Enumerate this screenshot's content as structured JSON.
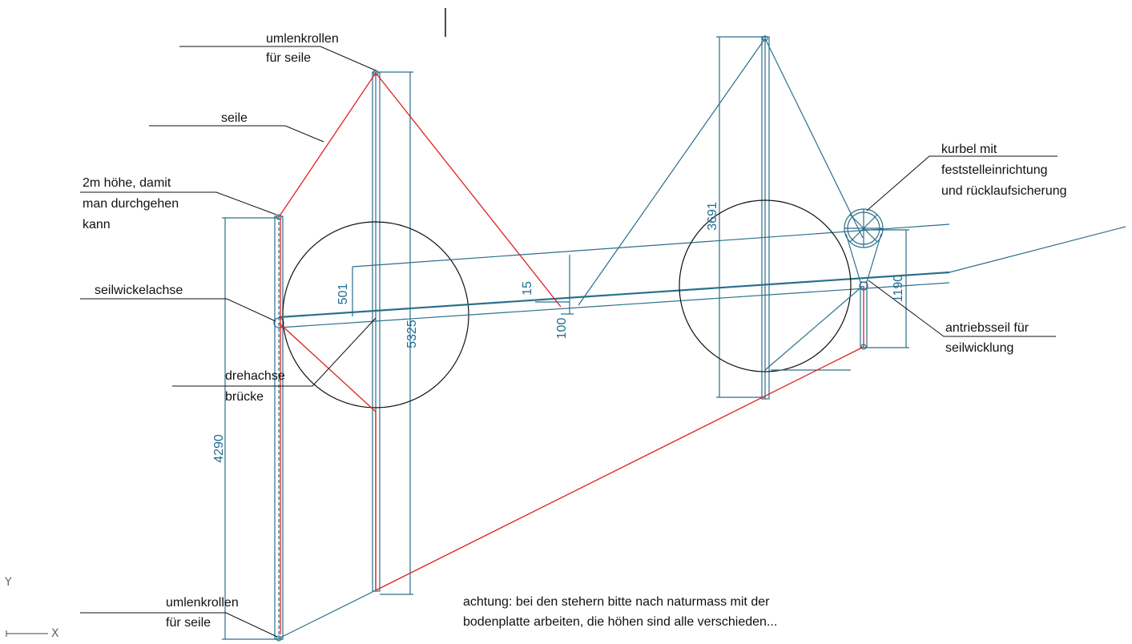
{
  "colors": {
    "construction": "#2a6f8a",
    "rope": "#e02020",
    "leader": "#111111",
    "dimension_text": "#1f6e92",
    "background": "#ffffff"
  },
  "labels": {
    "umlenkrollen_top": [
      "umlenkrollen",
      "für seile"
    ],
    "seile": "seile",
    "hoehe": [
      "2m höhe, damit",
      "man durchgehen",
      "kann"
    ],
    "seilwickelachse": "seilwickelachse",
    "drehachse": [
      "drehachse",
      "brücke"
    ],
    "umlenkrollen_bottom": [
      "umlenkrollen",
      "für seile"
    ],
    "kurbel": [
      "kurbel mit",
      "feststelleinrichtung",
      "und rücklaufsicherung"
    ],
    "antriebsseil": [
      "antriebsseil für",
      "seilwicklung"
    ]
  },
  "dimensions": {
    "d4290": "4290",
    "d5325": "5325",
    "d501": "501",
    "d15": "15",
    "d100": "100",
    "d3691": "3691",
    "d1190": "1190"
  },
  "note": [
    "achtung: bei den stehern bitte nach naturmass mit der",
    "bodenplatte arbeiten, die höhen sind alle verschieden..."
  ],
  "axis": {
    "y": "Y",
    "x": "X"
  }
}
